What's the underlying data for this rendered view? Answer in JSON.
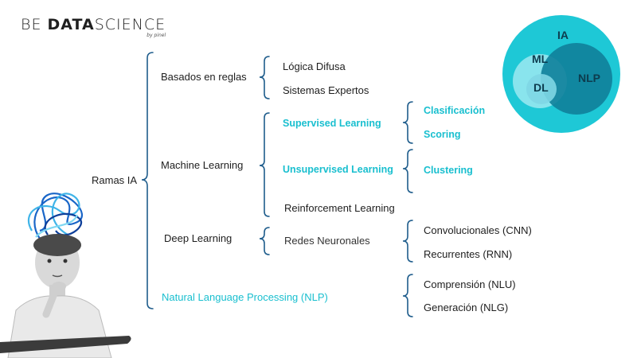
{
  "logo": {
    "part1": "BE ",
    "part2": "DATA",
    "part3": "SCIENCE",
    "byline": "by pinel"
  },
  "diagram": {
    "root": "Ramas IA",
    "branches": {
      "reglas": "Basados en reglas",
      "ml": "Machine Learning",
      "dl": "Deep Learning",
      "nlp": "Natural Language Processing (NLP)"
    },
    "reglas_children": [
      "Lógica Difusa",
      "Sistemas Expertos"
    ],
    "ml_children": {
      "supervised": "Supervised Learning",
      "unsupervised": "Unsupervised Learning",
      "reinforcement": "Reinforcement Learning"
    },
    "supervised_children": [
      "Clasificación",
      "Scoring"
    ],
    "unsupervised_children": [
      "Clustering"
    ],
    "dl_children": {
      "redes": "Redes Neuronales"
    },
    "redes_children": [
      "Convolucionales (CNN)",
      "Recurrentes (RNN)"
    ],
    "nlp_children": [
      "Comprensión (NLU)",
      "Generación (NLG)"
    ]
  },
  "venn": {
    "outer": "IA",
    "ml": "ML",
    "dl": "DL",
    "nlp": "NLP"
  },
  "colors": {
    "bracket": "#1f5d8c",
    "accent_cyan": "#19bfcf",
    "venn_outer": "#1ec8d6",
    "venn_ml": "#8fe6ee",
    "venn_nlp": "#0f7f9a",
    "venn_dl": "#5fc9dc"
  }
}
